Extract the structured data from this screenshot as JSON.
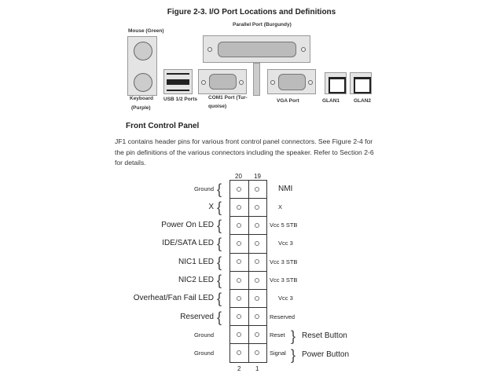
{
  "figure": {
    "title": "Figure 2-3.  I/O Port Locations and Definitions",
    "labels": {
      "mouse": "Mouse (Green)",
      "keyboard": "Keyboard",
      "keyboard2": "(Purple)",
      "usb": "USB 1/2 Ports",
      "com1": "COM1 Port (Tur-",
      "com2": "quoise)",
      "parallel": "Parallel Port (Burgundy)",
      "vga": "VGA Port",
      "glan1": "GLAN1",
      "glan2": "GLAN2"
    }
  },
  "section": {
    "heading": "Front Control Panel",
    "paragraph": "JF1 contains header pins for various front control panel connectors.  See Figure 2-4 for the pin definitions of the various connectors including the speaker.  Refer to Section 2-6 for details."
  },
  "header": {
    "top_left": "20",
    "top_right": "19",
    "bottom_left": "2",
    "bottom_right": "1",
    "rows": [
      {
        "left": "Ground",
        "right": "NMI",
        "ls": "small",
        "rs": "big"
      },
      {
        "left": "X",
        "right": "X",
        "ls": "big",
        "rs": "small"
      },
      {
        "left": "Power On LED",
        "right": "Vcc 5 STB",
        "ls": "big",
        "rs": "small"
      },
      {
        "left": "IDE/SATA LED",
        "right": "Vcc 3",
        "ls": "big",
        "rs": "small"
      },
      {
        "left": "NIC1 LED",
        "right": "Vcc 3 STB",
        "ls": "big",
        "rs": "small"
      },
      {
        "left": "NIC2 LED",
        "right": "Vcc 3 STB",
        "ls": "big",
        "rs": "small"
      },
      {
        "left": "Overheat/Fan Fail LED",
        "right": "Vcc 3",
        "ls": "big",
        "rs": "small"
      },
      {
        "left": "Reserved",
        "right": "Reserved",
        "ls": "big",
        "rs": "small"
      },
      {
        "left": "Ground",
        "right": "Reset",
        "ls": "small",
        "rs": "small"
      },
      {
        "left": "Ground",
        "right": "Signal",
        "ls": "small",
        "rs": "small"
      }
    ],
    "reset_button": "Reset Button",
    "power_button": "Power Button"
  }
}
